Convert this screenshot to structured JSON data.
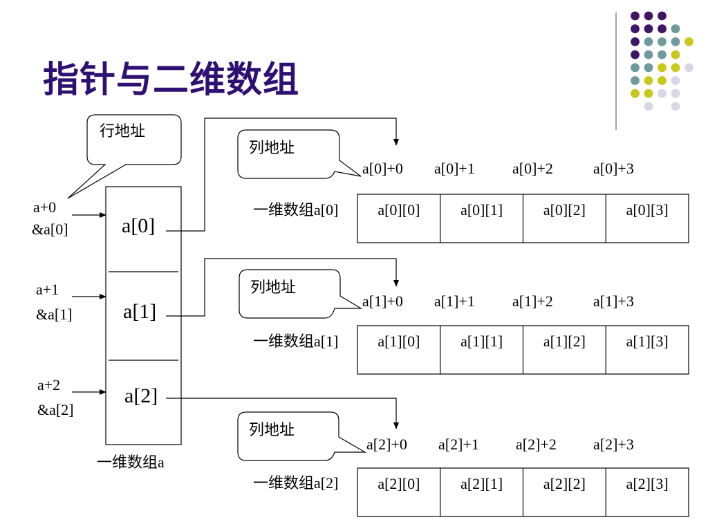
{
  "title": "指针与二维数组",
  "colors": {
    "title": "#2e0f72",
    "dot_purple": "#3d1766",
    "dot_teal": "#6e9a9b",
    "dot_yellow": "#c8c81e",
    "dot_lavender": "#d7d7e9"
  },
  "row_callout": "行地址",
  "col_callouts": [
    "列地址",
    "列地址",
    "列地址"
  ],
  "left_pointers": [
    {
      "expr": "a+0",
      "addr": "&a[0]"
    },
    {
      "expr": "a+1",
      "addr": "&a[1]"
    },
    {
      "expr": "a+2",
      "addr": "&a[2]"
    }
  ],
  "outer_array": {
    "cells": [
      "a[0]",
      "a[1]",
      "a[2]"
    ],
    "label": "一维数组a"
  },
  "rows": [
    {
      "col_addrs": [
        "a[0]+0",
        "a[0]+1",
        "a[0]+2",
        "a[0]+3"
      ],
      "label": "一维数组a[0]",
      "cells": [
        "a[0][0]",
        "a[0][1]",
        "a[0][2]",
        "a[0][3]"
      ]
    },
    {
      "col_addrs": [
        "a[1]+0",
        "a[1]+1",
        "a[1]+2",
        "a[1]+3"
      ],
      "label": "一维数组a[1]",
      "cells": [
        "a[1][0]",
        "a[1][1]",
        "a[1][2]",
        "a[1][3]"
      ]
    },
    {
      "col_addrs": [
        "a[2]+0",
        "a[2]+1",
        "a[2]+2",
        "a[2]+3"
      ],
      "label": "一维数组a[2]",
      "cells": [
        "a[2][0]",
        "a[2][1]",
        "a[2][2]",
        "a[2][3]"
      ]
    }
  ]
}
